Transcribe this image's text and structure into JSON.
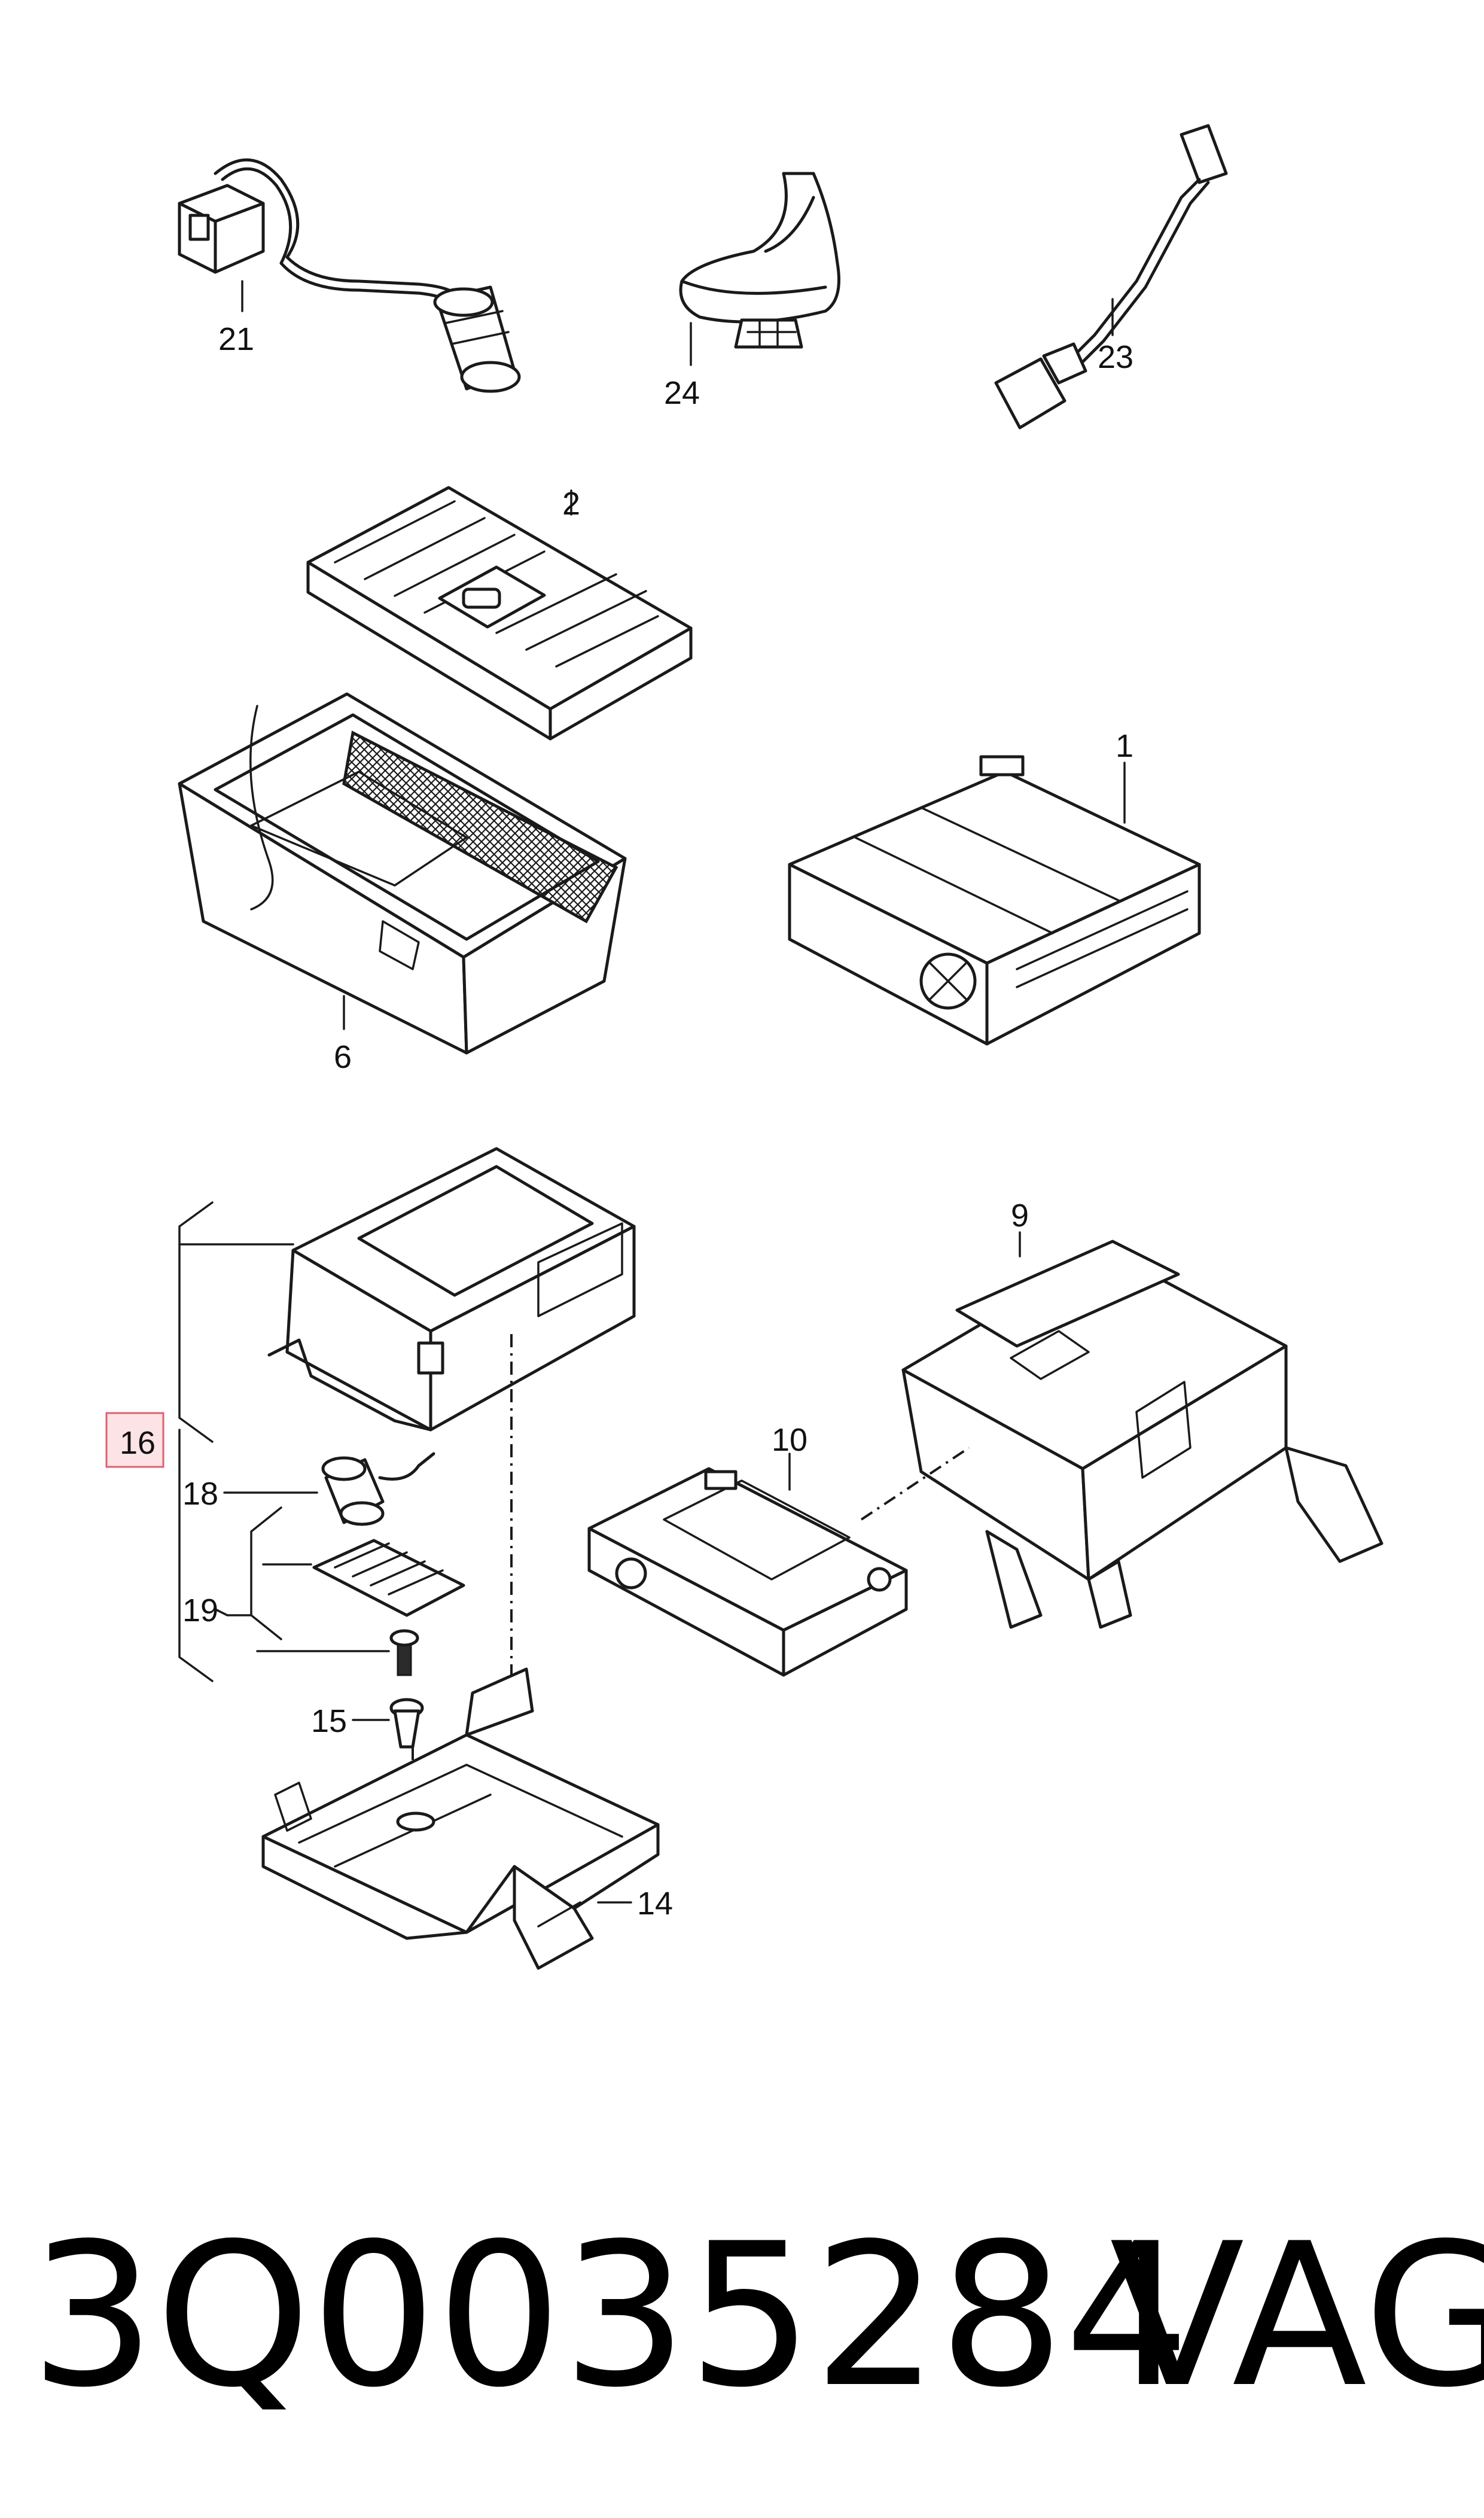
{
  "callouts": {
    "c21": "21",
    "c24": "24",
    "c23": "23",
    "c2": "2",
    "c1": "1",
    "c6": "6",
    "c9": "9",
    "c16": "16",
    "c18": "18",
    "c10": "10",
    "c19": "19",
    "c15": "15",
    "c14": "14"
  },
  "footer": {
    "part_number": "3Q0035284",
    "brand": "VAG"
  },
  "colors": {
    "line": "#1a1a1a",
    "highlight_fill": "#fbe3e6",
    "highlight_stroke": "#e06070"
  }
}
